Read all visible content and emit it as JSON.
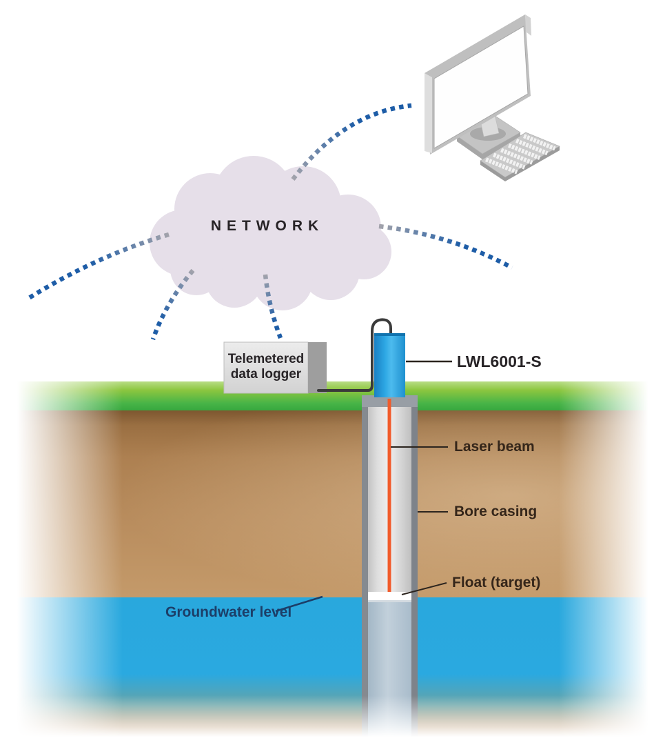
{
  "diagram": {
    "title_area": {
      "network_label": "NETWORK"
    },
    "labels": {
      "data_logger": "Telemetered\ndata logger",
      "device": "LWL6001-S",
      "laser": "Laser beam",
      "bore_casing": "Bore casing",
      "float": "Float (target)",
      "groundwater": "Groundwater level"
    },
    "icons": [
      "network-cloud-icon",
      "desktop-computer-icon",
      "keyboard-icon",
      "wireless-dashed-link-icon",
      "laser-logger-device-icon",
      "data-logger-box-icon",
      "bore-casing-icon",
      "float-icon",
      "laser-beam-icon"
    ],
    "colors": {
      "cloud": "#e6dfe9",
      "dash_blue": "#1e5da7",
      "dash_gray": "#a3a3ab",
      "grass_green": "#4eb648",
      "soil_brown": "#b5895c",
      "water_blue": "#29a9e0",
      "device_blue": "#2da7e4",
      "laser_orange": "#f15b2b",
      "casing_gray": "#868b90",
      "groundwater_text": "#1c3e68",
      "label_text": "#35261a"
    }
  }
}
